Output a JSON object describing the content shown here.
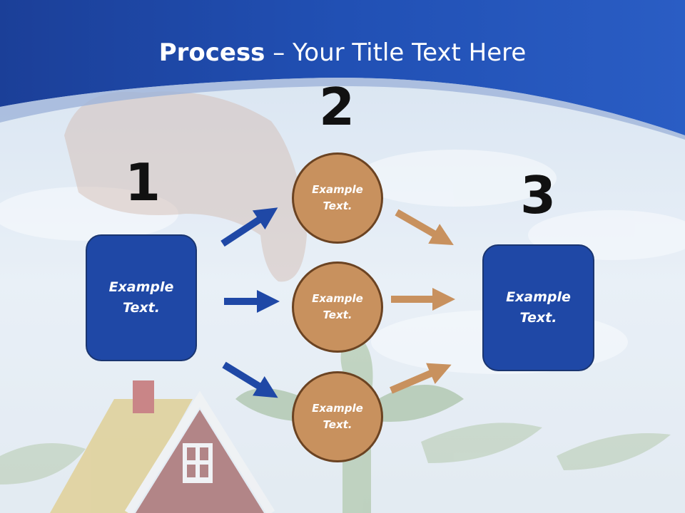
{
  "slide": {
    "title_strong": "Process",
    "title_rest": " – Your Title Text Here"
  },
  "steps": {
    "one": "1",
    "two": "2",
    "three": "3"
  },
  "left_box": {
    "text": "Example\nText."
  },
  "right_box": {
    "text": "Example\nText."
  },
  "circles": [
    {
      "text": "Example\nText."
    },
    {
      "text": "Example\nText."
    },
    {
      "text": "Example\nText."
    }
  ],
  "colors": {
    "header_blue": "#1f48a6",
    "box_fill": "#1f48a6",
    "box_border": "#1a3570",
    "circle_fill": "#c8915e",
    "circle_border": "#6b4322",
    "arrow_blue": "#1f48a6",
    "arrow_tan": "#c8915e"
  }
}
